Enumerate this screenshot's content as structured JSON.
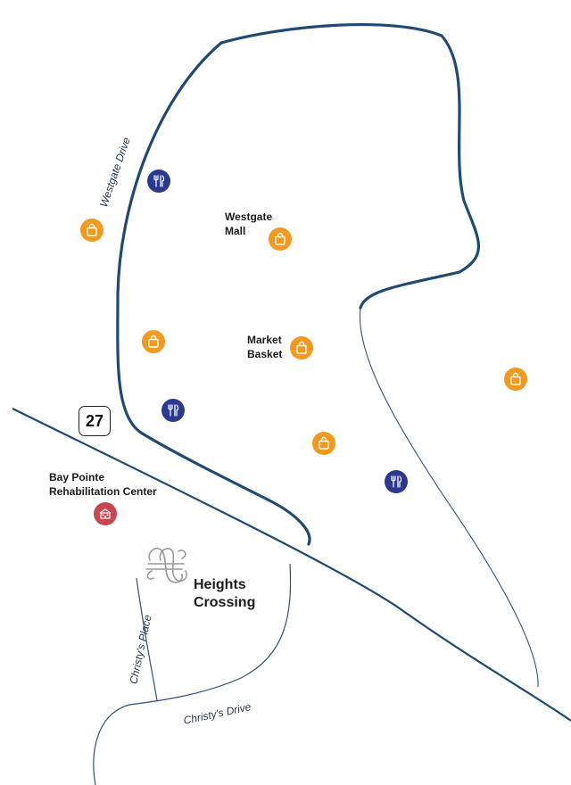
{
  "map": {
    "colors": {
      "road": "#1e4a73",
      "road_thin": "#2f5478",
      "shopping": "#f39a1e",
      "dining": "#2b3990",
      "medical": "#c8464f",
      "logo": "#9a9a9a"
    },
    "highway_shield": "27",
    "roads": [
      {
        "id": "westgate",
        "label": "Westgate Drive"
      },
      {
        "id": "christys-place",
        "label": "Christy's Place"
      },
      {
        "id": "christys-drive",
        "label": "Christy's Drive"
      }
    ],
    "places": [
      {
        "id": "westgate-mall",
        "label": "Westgate\nMall"
      },
      {
        "id": "market-basket",
        "label": "Market\nBasket"
      },
      {
        "id": "bay-pointe",
        "label": "Bay Pointe\nRehabilitation Center"
      }
    ],
    "brand": {
      "label": "Heights\nCrossing",
      "icon": "heights-crossing-logo"
    },
    "pois": [
      {
        "id": "shop-1",
        "type": "shopping",
        "icon": "shopping-bag-icon"
      },
      {
        "id": "shop-2",
        "type": "shopping",
        "icon": "shopping-bag-icon"
      },
      {
        "id": "shop-3",
        "type": "shopping",
        "icon": "shopping-bag-icon"
      },
      {
        "id": "shop-4",
        "type": "shopping",
        "icon": "shopping-bag-icon"
      },
      {
        "id": "shop-5",
        "type": "shopping",
        "icon": "shopping-bag-icon"
      },
      {
        "id": "shop-6",
        "type": "shopping",
        "icon": "shopping-bag-icon"
      },
      {
        "id": "dine-1",
        "type": "dining",
        "icon": "fork-knife-icon"
      },
      {
        "id": "dine-2",
        "type": "dining",
        "icon": "fork-knife-icon"
      },
      {
        "id": "dine-3",
        "type": "dining",
        "icon": "fork-knife-icon"
      },
      {
        "id": "medical-1",
        "type": "medical",
        "icon": "hospital-icon"
      }
    ]
  }
}
